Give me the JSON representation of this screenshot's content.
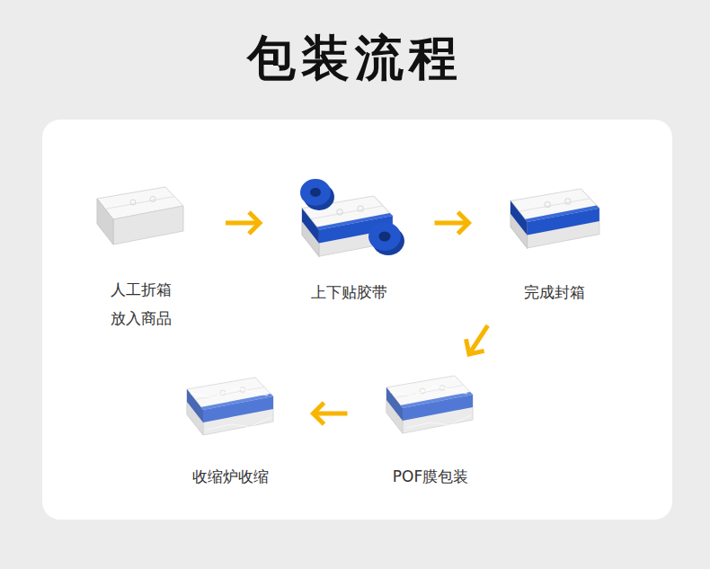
{
  "diagram": {
    "title": "包装流程",
    "nodes": [
      {
        "text": [
          "人工折箱 放入商品"
        ]
      },
      {
        "text": [
          "上下贴胶带"
        ]
      },
      {
        "text": [
          "完成封箱"
        ]
      },
      {
        "text": [
          "POF膜包装"
        ]
      },
      {
        "text": [
          "收缩炉收缩"
        ]
      }
    ],
    "edges": [
      {
        "from": 0,
        "to": 1,
        "arrow": "to"
      },
      {
        "from": 1,
        "to": 2,
        "arrow": "to"
      },
      {
        "from": 2,
        "to": 3,
        "arrow": "to"
      },
      {
        "from": 3,
        "to": 4,
        "arrow": "to"
      }
    ]
  }
}
